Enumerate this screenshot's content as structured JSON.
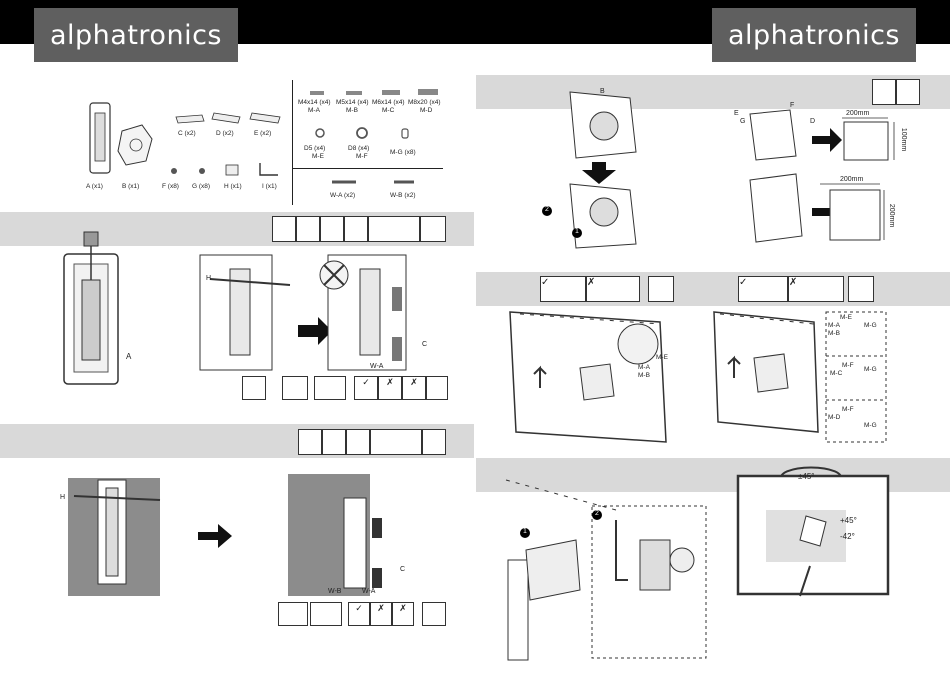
{
  "brand": {
    "left": "alphatronics",
    "right": "alphatronics"
  },
  "parts": {
    "A": "A (x1)",
    "B": "B (x1)",
    "C": "C (x2)",
    "D": "D (x2)",
    "E": "E (x2)",
    "F": "F (x8)",
    "G": "G (x8)",
    "H": "H (x1)",
    "I": "I (x1)"
  },
  "screws": {
    "ma_size": "M4x14 (x4)",
    "ma": "M-A",
    "mb_size": "M5x14 (x4)",
    "mb": "M-B",
    "mc_size": "M6x14 (x4)",
    "mc": "M-C",
    "md_size": "M8x20 (x4)",
    "md": "M-D",
    "me_size": "D5 (x4)",
    "me": "M-E",
    "mf_size": "D8 (x4)",
    "mf": "M-F",
    "mg": "M-G (x8)",
    "wa": "W-A (x2)",
    "wb": "W-B (x2)"
  },
  "labels": {
    "a": "A",
    "h": "H",
    "c": "C",
    "wa": "W-A",
    "wb": "W-B",
    "b": "B",
    "e": "E",
    "f": "F",
    "g": "G",
    "d": "D",
    "dim_100": "100mm",
    "dim_200": "200mm",
    "ma": "M-A",
    "mb": "M-B",
    "me": "M-E",
    "mf": "M-F",
    "mg": "M-G",
    "mc": "M-C",
    "md": "M-D",
    "step1": "1",
    "step2": "2",
    "rot": "±45°",
    "plus42": "+45°",
    "minus42": "-42°"
  },
  "colors": {
    "band": "#d9d9d9",
    "brand_bg": "#5f5f5f",
    "topbar": "#000000"
  }
}
